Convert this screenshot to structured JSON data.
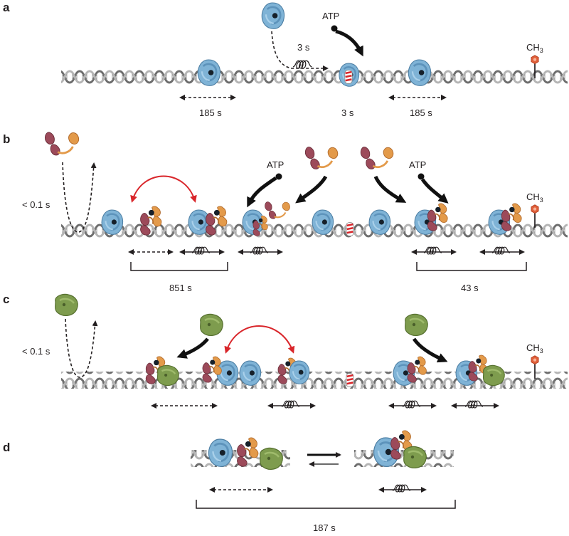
{
  "panels": {
    "a": {
      "label": "a",
      "times": [
        "185 s",
        "3 s",
        "3 s",
        "185 s"
      ],
      "atp": "ATP",
      "ch3": "CH",
      "ch3_sub": "3"
    },
    "b": {
      "label": "b",
      "times": [
        "< 0.1 s",
        "851 s",
        "43 s"
      ],
      "atp": [
        "ATP",
        "ATP"
      ],
      "ch3": "CH",
      "ch3_sub": "3"
    },
    "c": {
      "label": "c",
      "times": [
        "< 0.1 s"
      ],
      "ch3": "CH",
      "ch3_sub": "3"
    },
    "d": {
      "label": "d",
      "times": [
        "187 s"
      ]
    }
  },
  "colors": {
    "dna": "#8f8f8f",
    "mutS": "#7fb3d6",
    "mutL_dark": "#9c4a5a",
    "mutL_light": "#e39a4a",
    "mutH": "#7e9c4e",
    "mismatch": "#d9262b",
    "highlight_arrow": "#d9262b",
    "methyl": "#e0603a"
  }
}
